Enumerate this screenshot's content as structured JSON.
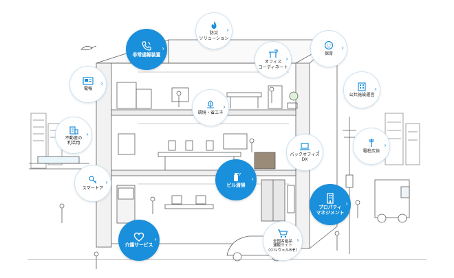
{
  "colors": {
    "accent": "#1a8fdb",
    "line": "#5b5b5b",
    "bubble_border": "#cfe3f3"
  },
  "services": [
    {
      "id": "telecom-equipment",
      "label": "非常通報装置",
      "style": "blue",
      "icon": "phone-icon"
    },
    {
      "id": "disaster-prevention",
      "label": "防災\nソリューション",
      "style": "white",
      "icon": "flame-icon"
    },
    {
      "id": "office-coordinate",
      "label": "オフィス\nコーディネート",
      "style": "white",
      "icon": "office-desk-icon"
    },
    {
      "id": "childcare",
      "label": "保育",
      "style": "white",
      "icon": "baby-icon"
    },
    {
      "id": "telegram",
      "label": "電報",
      "style": "white",
      "icon": "envelope-icon"
    },
    {
      "id": "energy-saving",
      "label": "環境・省エネ",
      "style": "white",
      "icon": "leaf-icon"
    },
    {
      "id": "public-facility",
      "label": "公共施設運営",
      "style": "white",
      "icon": "public-building-icon"
    },
    {
      "id": "real-estate",
      "label": "不動産の\n利活用",
      "style": "white",
      "icon": "building-icon"
    },
    {
      "id": "backoffice-dx",
      "label": "バックオフィス\nDX",
      "style": "white",
      "icon": "laptop-icon"
    },
    {
      "id": "pole-advertising",
      "label": "電柱広告",
      "style": "white",
      "icon": "utility-pole-icon"
    },
    {
      "id": "building-cleaning",
      "label": "ビル清掃",
      "style": "blue",
      "icon": "spray-icon"
    },
    {
      "id": "smart-home",
      "label": "スマートア",
      "style": "white",
      "icon": "key-icon"
    },
    {
      "id": "property-management",
      "label": "プロパティ\nマネジメント",
      "style": "blue",
      "icon": "tower-icon"
    },
    {
      "id": "nursing-care",
      "label": "介護サービス",
      "style": "blue",
      "icon": "heart-icon"
    },
    {
      "id": "ecommerce",
      "label": "全国名産品\n通販サイト\n（ジルウェルBぞ）",
      "style": "white",
      "icon": "cart-icon"
    }
  ]
}
